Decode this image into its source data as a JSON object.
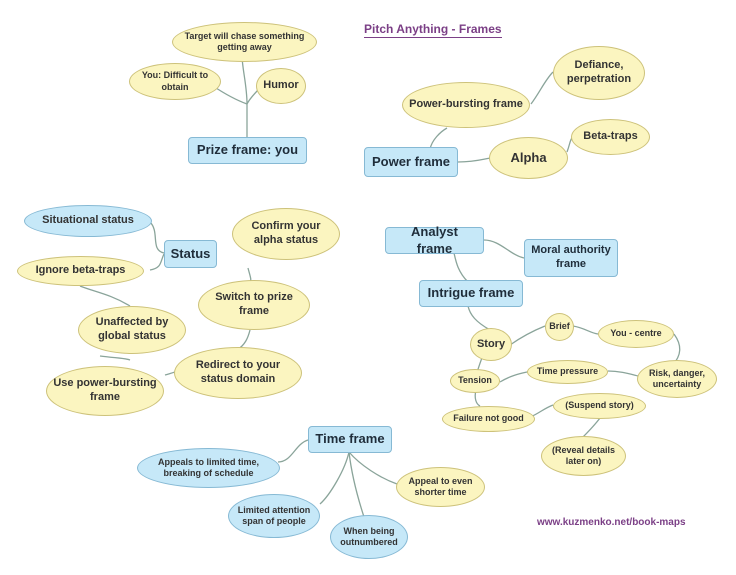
{
  "title": "Pitch Anything - Frames",
  "footer": "www.kuzmenko.net/book-maps",
  "colors": {
    "topic_fill": "#c6e8f8",
    "idea_fill": "#fbf5c0",
    "connector": "#8aa49a",
    "title_text": "#7b3f86"
  },
  "nodes": {
    "prize_frame": "Prize frame: you",
    "target_chase": "Target will chase something getting away",
    "difficult_obtain": "You: Difficult to obtain",
    "humor": "Humor",
    "power_frame": "Power frame",
    "power_bursting_top": "Power-bursting frame",
    "defiance": "Defiance, perpetration",
    "alpha": "Alpha",
    "beta_traps_right": "Beta-traps",
    "status": "Status",
    "situational_status": "Situational status",
    "ignore_beta_traps": "Ignore beta-traps",
    "unaffected_global": "Unaffected by global status",
    "use_power_bursting": "Use power-bursting frame",
    "confirm_alpha": "Confirm your alpha status",
    "switch_prize": "Switch to prize frame",
    "redirect_domain": "Redirect to your status domain",
    "analyst_frame": "Analyst frame",
    "moral_authority": "Moral authority frame",
    "intrigue_frame": "Intrigue frame",
    "story": "Story",
    "brief": "Brief",
    "you_centre": "You - centre",
    "risk_danger": "Risk, danger, uncertainty",
    "tension": "Tension",
    "time_pressure": "Time pressure",
    "failure_not_good": "Failure not good",
    "suspend_story": "(Suspend story)",
    "reveal_details": "(Reveal details later on)",
    "time_frame": "Time frame",
    "appeals_limited": "Appeals to limited time, breaking of schedule",
    "limited_attention": "Limited attention span of people",
    "outnumbered": "When being outnumbered",
    "appeal_shorter": "Appeal to even shorter time"
  }
}
